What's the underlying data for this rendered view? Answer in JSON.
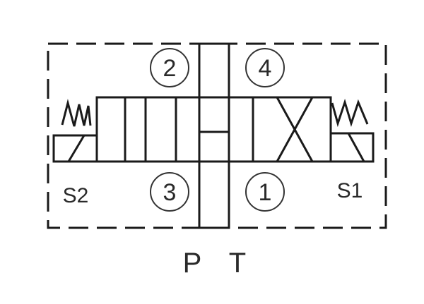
{
  "diagram": {
    "ports": {
      "port_2": "2",
      "port_4": "4",
      "port_3": "3",
      "port_1": "1"
    },
    "solenoids": {
      "left": "S2",
      "right": "S1"
    },
    "connections": {
      "pressure": "P",
      "tank": "T"
    },
    "line_color": "#1a1a1a"
  }
}
